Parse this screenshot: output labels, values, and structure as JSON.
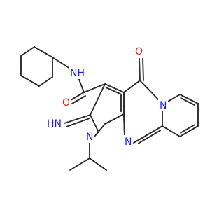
{
  "structure": {
    "atom_labels": {
      "NH_amide": "NH",
      "O_carbonyl_amide": "O",
      "O_ketone": "O",
      "N_bridgehead": "N",
      "N_ring_imine": "N",
      "N_ring_alkyl": "N",
      "NH_imine": "HN"
    }
  },
  "colors": {
    "bond": "#2b2b2b",
    "nitrogen": "#1e1ef0",
    "oxygen": "#ff0d0d"
  }
}
